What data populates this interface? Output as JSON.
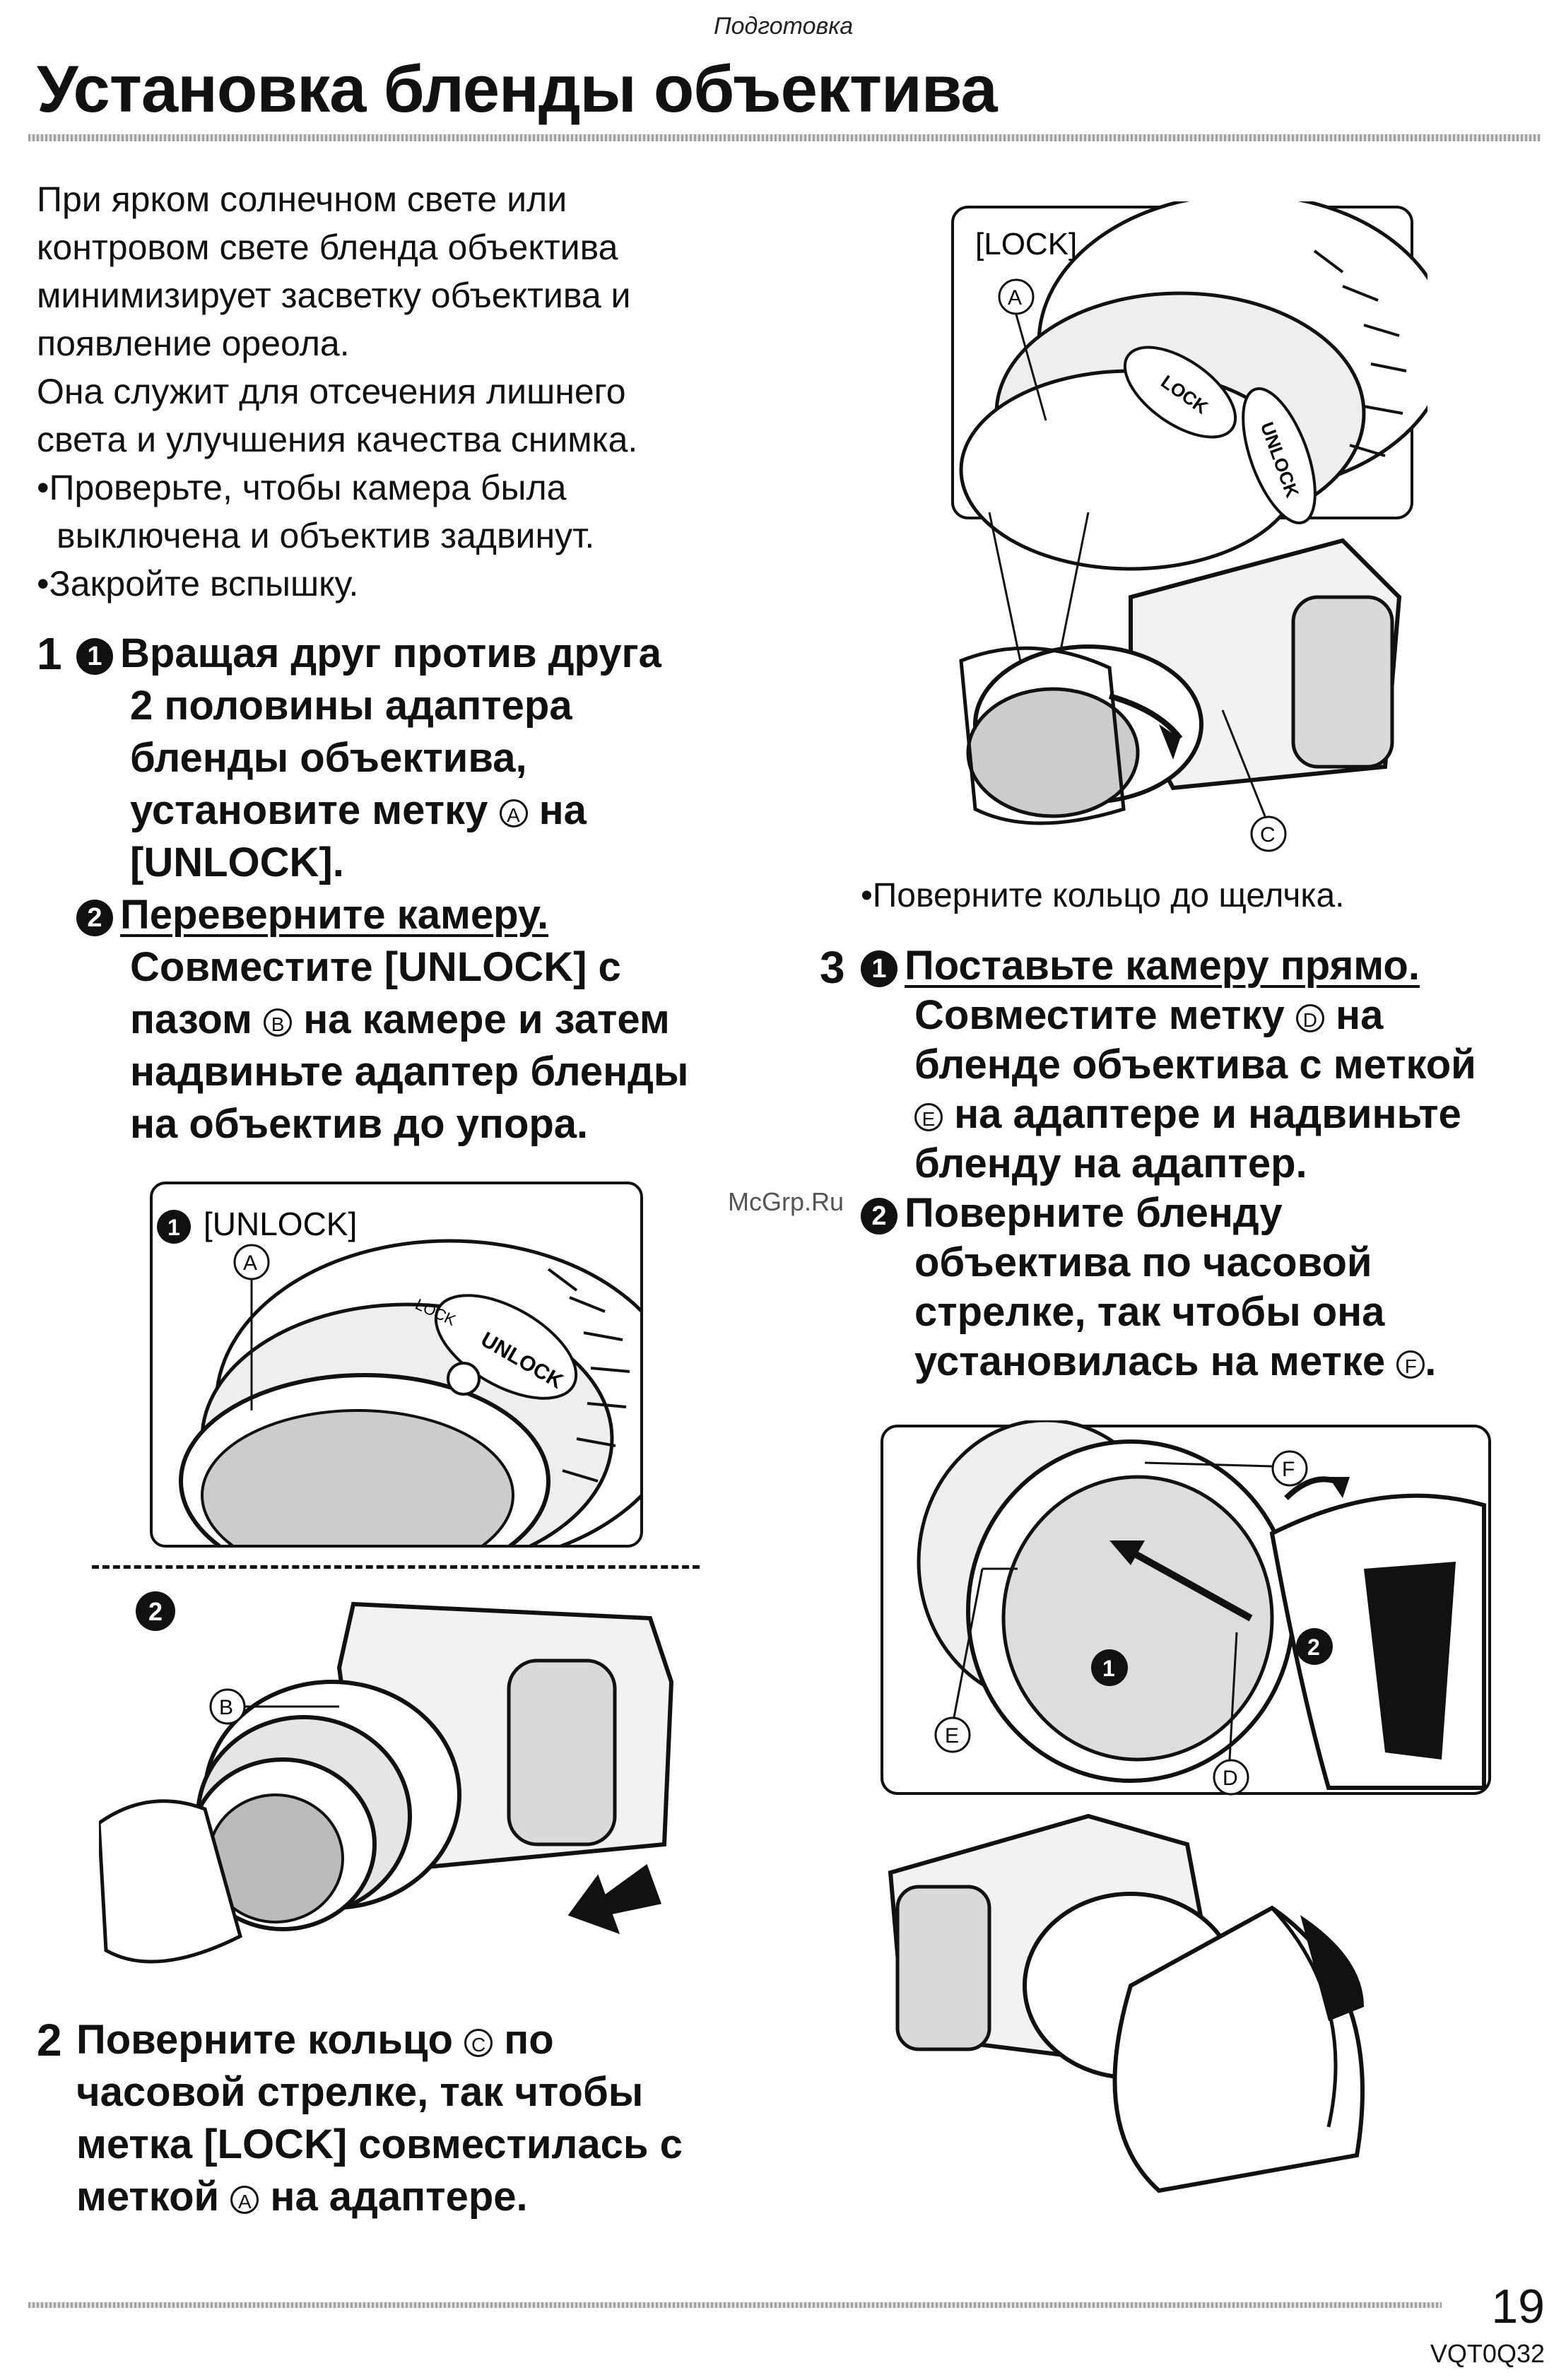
{
  "header": {
    "section": "Подготовка",
    "title": "Установка бленды объектива"
  },
  "intro": {
    "line1": "При ярком солнечном свете или",
    "line2": "контровом свете бленда объектива",
    "line3": "минимизирует засветку объектива и",
    "line4": "появление ореола.",
    "line5": "Она служит для отсечения лишнего",
    "line6": "света и улучшения качества снимка.",
    "bullet1a": "•Проверьте, чтобы камера была",
    "bullet1b": "выключена и объектив задвинут.",
    "bullet2": "•Закройте вспышку."
  },
  "step1": {
    "number": "1",
    "sub1_l1": "Вращая друг против друга",
    "sub1_l2": "2 половины адаптера",
    "sub1_l3": "бленды объектива,",
    "sub1_l4a": "установите метку",
    "sub1_l4b": "на",
    "sub1_l5": "[UNLOCK].",
    "sub2_u": "Переверните камеру.",
    "sub2_l2": "Совместите [UNLOCK] с",
    "sub2_l3a": "пазом",
    "sub2_l3b": "на камере и затем",
    "sub2_l4": "надвиньте адаптер бленды",
    "sub2_l5": "на объектив до упора."
  },
  "step2": {
    "number": "2",
    "l1a": "Поверните кольцо",
    "l1b": "по",
    "l2": "часовой стрелке, так чтобы",
    "l3": "метка [LOCK] совместилась с",
    "l4a": "меткой",
    "l4b": "на адаптере."
  },
  "step3": {
    "number": "3",
    "sub1_u": "Поставьте камеру прямо.",
    "sub1_l2a": "Совместите метку",
    "sub1_l2b": "на",
    "sub1_l3": "бленде объектива с меткой",
    "sub1_l4": "на адаптере и надвиньте",
    "sub1_l5": "бленду на адаптер.",
    "sub2_l1": "Поверните бленду",
    "sub2_l2": "объектива по часовой",
    "sub2_l3": "стрелке, так чтобы она",
    "sub2_l4a": "установилась на метке"
  },
  "figures": {
    "fig1_label": "[UNLOCK]",
    "lock_label": "[LOCK]",
    "lock_caption": "•Поверните кольцо до щелчка.",
    "lens_text_lock": "LOCK",
    "lens_text_unlock": "UNLOCK",
    "badge_1": "1",
    "badge_2": "2"
  },
  "marks": {
    "a": "A",
    "b": "B",
    "c": "C",
    "d": "D",
    "e": "E",
    "f": "F"
  },
  "watermark": "McGrp.Ru",
  "footer": {
    "page_number": "19",
    "code": "VQT0Q32"
  }
}
